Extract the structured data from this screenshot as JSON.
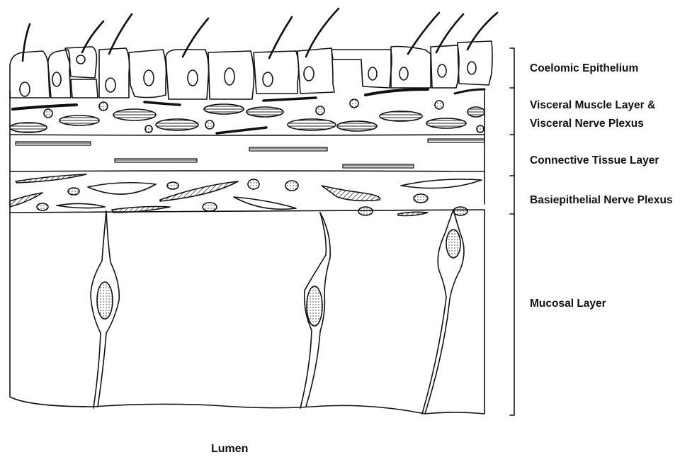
{
  "labels": {
    "coelomic_epithelium": "Coelomic Epithelium",
    "visceral_muscle_line1": "Visceral Muscle Layer &",
    "visceral_muscle_line2": "Visceral Nerve Plexus",
    "connective_tissue": "Connective Tissue Layer",
    "basiepithelial_plexus": "Basiepithelial Nerve Plexus",
    "mucosal_layer": "Mucosal Layer",
    "lumen": "Lumen"
  },
  "colors": {
    "ink": "#111111",
    "background": "#ffffff"
  }
}
